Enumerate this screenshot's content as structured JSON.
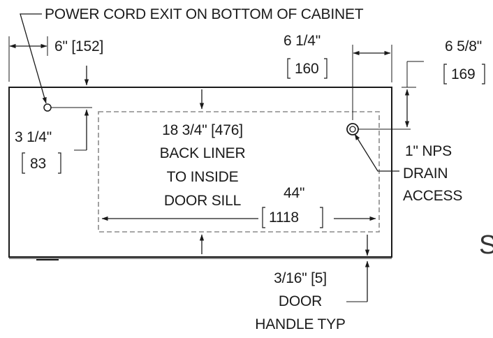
{
  "labels": {
    "power_cord": "POWER CORD EXIT ON BOTTOM OF CABINET",
    "dim_6": "6\" [152]",
    "dim_6_1_4": "6 1/4\"",
    "dim_160": "160",
    "dim_6_5_8": "6 5/8\"",
    "dim_169": "169",
    "dim_3_1_4": "3 1/4\"",
    "dim_83": "83",
    "dim_18_3_4": "18 3/4\" [476]",
    "back_liner": "BACK LINER",
    "to_inside": "TO INSIDE",
    "door_sill": "DOOR SILL",
    "dim_44": "44\"",
    "dim_1118": "1118",
    "drain_1": "1\" NPS",
    "drain_2": "DRAIN",
    "drain_3": "ACCESS",
    "dim_3_16": "3/16\" [5]",
    "door": "DOOR",
    "handle_typ": "HANDLE TYP",
    "partial_letter": "S"
  },
  "colors": {
    "line": "#1a1a1a",
    "dashed_outline": "#8a8a8a"
  }
}
